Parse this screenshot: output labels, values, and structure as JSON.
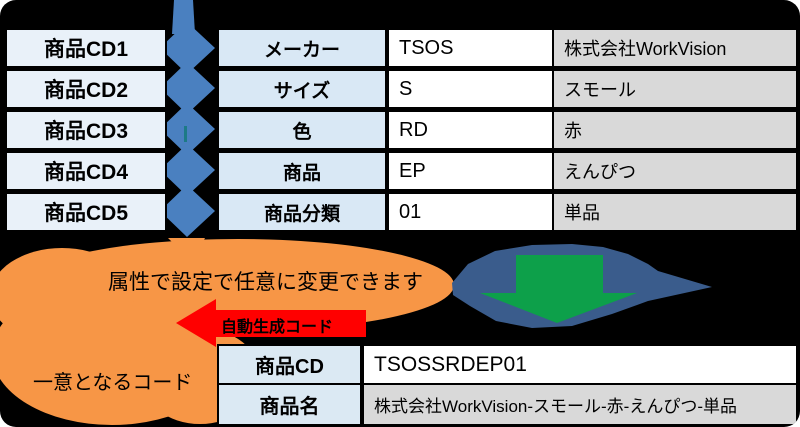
{
  "left_codes": [
    "商品CD1",
    "商品CD2",
    "商品CD3",
    "商品CD4",
    "商品CD5"
  ],
  "attribute_table": {
    "rows": [
      {
        "label": "メーカー",
        "code": "TSOS",
        "desc": "株式会社WorkVision"
      },
      {
        "label": "サイズ",
        "code": "S",
        "desc": "スモール"
      },
      {
        "label": "色",
        "code": "RD",
        "desc": "赤"
      },
      {
        "label": "商品",
        "code": "EP",
        "desc": "えんぴつ"
      },
      {
        "label": "商品分類",
        "code": "01",
        "desc": "単品"
      }
    ]
  },
  "callout": {
    "attribute_note": "属性で設定で任意に変更できます",
    "unique_note": "一意となるコード"
  },
  "red_arrow_label": "自動生成コード",
  "result_table": {
    "rows": [
      {
        "label": "商品CD",
        "value": "TSOSSRDEP01"
      },
      {
        "label": "商品名",
        "value": "株式会社WorkVision-スモール-赤-えんぴつ-単品"
      }
    ]
  },
  "colors": {
    "connector_blue": "#4A80C0",
    "big_arrow_blue": "#3A5C8C",
    "down_arrow_green": "#0DA04A",
    "bubble_orange": "#F79646",
    "red_arrow": "#FF0000",
    "header_blue": "#D9E8F5",
    "box_blue": "#E9F1F9",
    "cell_gray": "#D9D9D9",
    "background": "#000000"
  }
}
